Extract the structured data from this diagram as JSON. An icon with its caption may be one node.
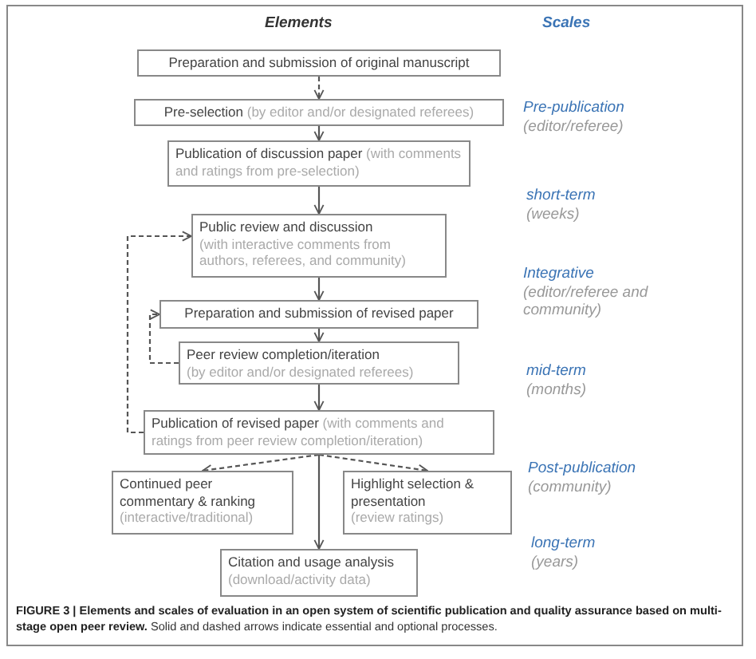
{
  "diagram": {
    "nodes": [
      {
        "text": [
          "Preparation and submission of original manuscript"
        ]
      },
      {
        "text": [
          "Pre-selection",
          "(by editor and/or designated referees)"
        ]
      },
      {
        "text": [
          "Publication of discussion paper",
          "(with comments and ratings from pre-selection)"
        ]
      },
      {
        "text": [
          "Public review and discussion",
          "(with interactive comments from authors, referees, and community)"
        ]
      },
      {
        "text": [
          "Preparation and submission of revised paper"
        ]
      },
      {
        "text": [
          "Peer review completion/iteration",
          "(by editor and/or designated referees)"
        ]
      },
      {
        "text": [
          "Publication of revised paper",
          "(with comments and ratings from peer review completion/iteration)"
        ]
      },
      {
        "text": [
          "Continued peer commentary & ranking",
          "(interactive/traditional)"
        ]
      },
      {
        "text": [
          "Highlight selection & presentation",
          "(review ratings)"
        ]
      },
      {
        "text": [
          "Citation and usage analysis",
          "(download/activity data)"
        ]
      }
    ],
    "edges": [
      {
        "from": 0,
        "to": 1,
        "arrow": "to",
        "style": "dashed"
      },
      {
        "from": 1,
        "to": 2,
        "arrow": "to"
      },
      {
        "from": 2,
        "to": 3,
        "arrow": "to"
      },
      {
        "from": 3,
        "to": 4,
        "arrow": "to"
      },
      {
        "from": 4,
        "to": 5,
        "arrow": "to"
      },
      {
        "from": 5,
        "to": 6,
        "arrow": "to"
      },
      {
        "from": 5,
        "to": 4,
        "arrow": "to",
        "style": "dashed"
      },
      {
        "from": 6,
        "to": 3,
        "arrow": "to",
        "style": "dashed"
      },
      {
        "from": 6,
        "to": 7,
        "arrow": "to",
        "style": "dashed"
      },
      {
        "from": 6,
        "to": 8,
        "arrow": "to",
        "style": "dashed"
      },
      {
        "from": 6,
        "to": 9,
        "arrow": "to"
      }
    ],
    "labels": [
      "Elements",
      "Scales",
      "Pre-publication",
      "(editor/referee)",
      "short-term",
      "(weeks)",
      "Integrative",
      "(editor/referee and community)",
      "mid-term",
      "(months)",
      "Post-publication",
      "(community)",
      "long-term",
      "(years)"
    ],
    "caption": "**FIGURE 3 | Elements and scales of evaluation in an open system of scientific publication and quality assurance based on multi-stage open peer review.** Solid and dashed arrows indicate essential and optional processes."
  }
}
